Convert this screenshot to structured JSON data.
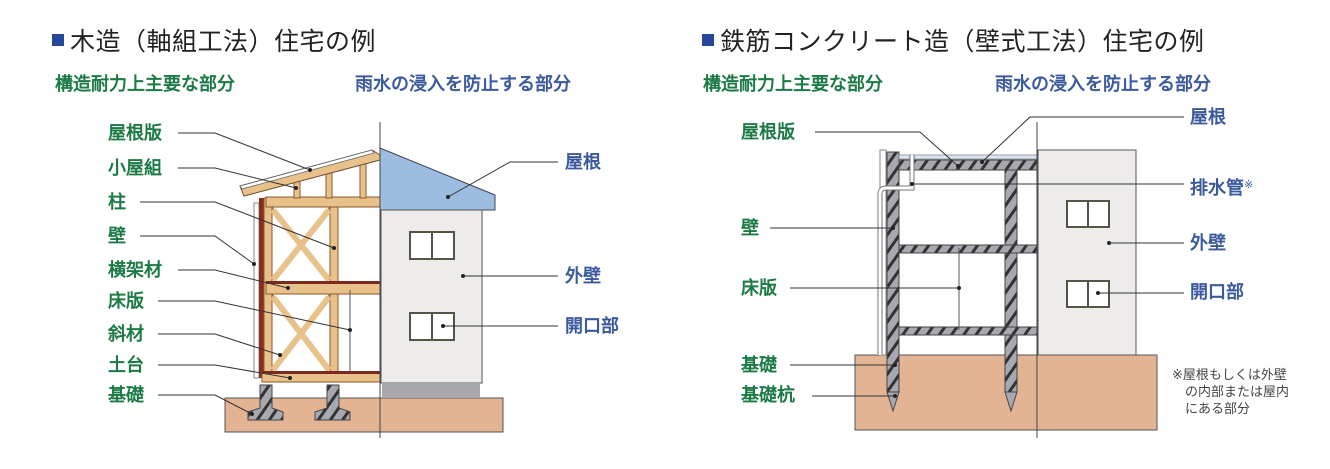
{
  "wood": {
    "title": "木造（軸組工法）住宅の例",
    "structural_heading": "構造耐力上主要な部分",
    "rain_heading": "雨水の浸入を防止する部分",
    "structural_labels": [
      "屋根版",
      "小屋組",
      "柱",
      "壁",
      "横架材",
      "床版",
      "斜材",
      "土台",
      "基礎"
    ],
    "rain_labels": [
      "屋根",
      "外壁",
      "開口部"
    ]
  },
  "rc": {
    "title": "鉄筋コンクリート造（壁式工法）住宅の例",
    "structural_heading": "構造耐力上主要な部分",
    "rain_heading": "雨水の浸入を防止する部分",
    "structural_labels": [
      "屋根版",
      "壁",
      "床版",
      "基礎",
      "基礎杭"
    ],
    "rain_labels": [
      "屋根",
      "排水管",
      "外壁",
      "開口部"
    ],
    "drain_mark": "※",
    "note_lines": [
      "※屋根もしくは外壁",
      "の内部または屋内",
      "にある部分"
    ]
  },
  "colors": {
    "title_square": "#27469a",
    "structural_text": "#1c7a45",
    "rain_text": "#3a5a9c",
    "wood": "#e8c28a",
    "wood_dark": "#7a2a1e",
    "roof_blue": "#9cbde0",
    "wall": "#eeecea",
    "ground": "#e2b494",
    "concrete": "#a8a8b0"
  }
}
